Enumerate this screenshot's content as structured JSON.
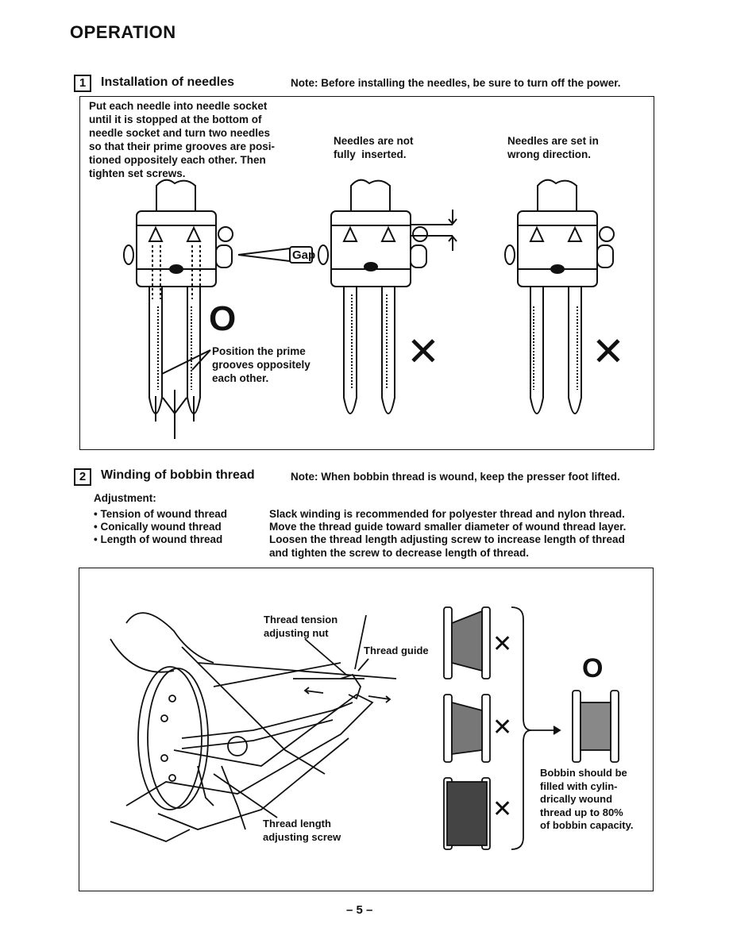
{
  "page": {
    "title": "OPERATION",
    "page_number": "– 5 –"
  },
  "section1": {
    "number": "1",
    "title": "Installation of needles",
    "note": "Note: Before installing the needles, be sure to turn off the power.",
    "instruction": "Put each needle into needle socket\nuntil it is stopped at the bottom of\nneedle socket and turn two needles\nso that their prime grooves are posi-\ntioned oppositely each other. Then\ntighten set screws.",
    "caption_not_inserted": "Needles are not\nfully  inserted.",
    "caption_wrong_direction": "Needles are set in\nwrong direction.",
    "gap_label": "Gap",
    "correct_mark": "O",
    "wrong_mark": "✕",
    "position_label": "Position the prime\ngrooves oppositely\neach other."
  },
  "section2": {
    "number": "2",
    "title": "Winding of bobbin thread",
    "note": "Note: When bobbin thread is wound, keep the presser foot lifted.",
    "adjustment_heading": "Adjustment:",
    "adjustments": [
      {
        "item": "Tension of wound thread",
        "desc": "Slack winding is recommended for polyester thread and nylon thread."
      },
      {
        "item": "Conically wound thread",
        "desc": "Move the thread guide toward smaller diameter of wound thread layer."
      },
      {
        "item": "Length of wound thread",
        "desc": "Loosen the thread length adjusting screw to increase length of thread\nand tighten the screw to decrease length of thread."
      }
    ],
    "label_tension_nut": "Thread tension\nadjusting nut",
    "label_thread_guide": "Thread guide",
    "label_length_screw": "Thread length\nadjusting screw",
    "bobbin_note": "Bobbin should be\nfilled with cylin-\ndrically wound\nthread up to 80%\nof bobbin capacity.",
    "correct_mark": "O",
    "wrong_mark": "✕"
  }
}
